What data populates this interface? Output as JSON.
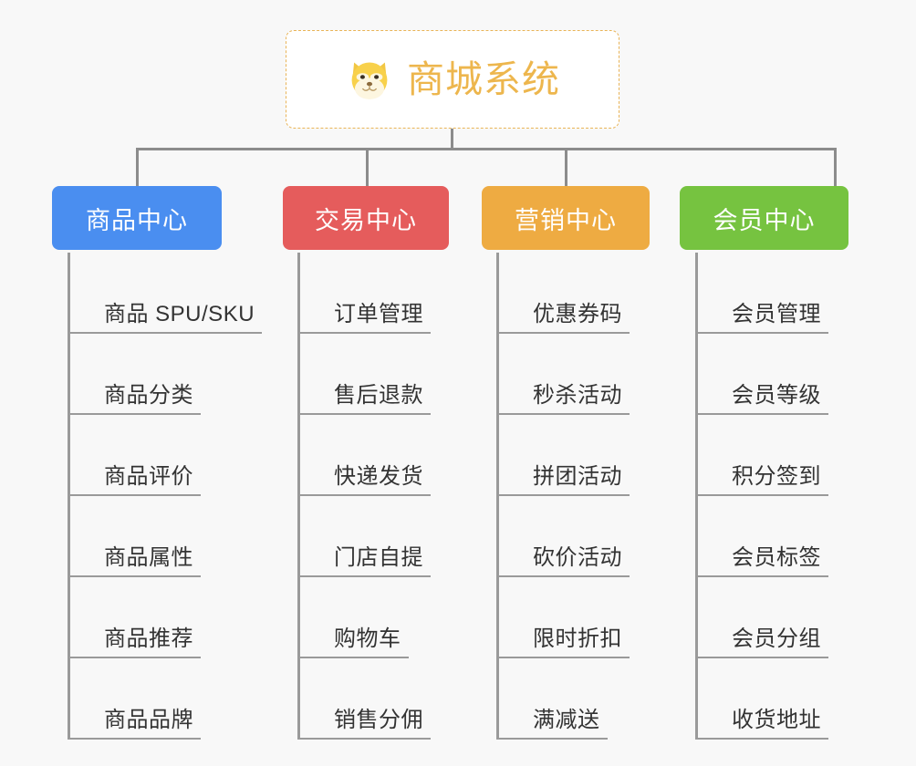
{
  "diagram": {
    "type": "org-chart",
    "background_color": "#f8f8f8",
    "connector_color": "#8c8c8c",
    "root": {
      "title": "商城系统",
      "icon": "shiba-dog-face-emoji",
      "text_color": "#edb64d",
      "border_color": "#e9b457",
      "background_color": "#ffffff"
    },
    "columns": [
      {
        "label": "商品中心",
        "color": "#4a8ef0",
        "items": [
          "商品 SPU/SKU",
          "商品分类",
          "商品评价",
          "商品属性",
          "商品推荐",
          "商品品牌"
        ]
      },
      {
        "label": "交易中心",
        "color": "#e55c5c",
        "items": [
          "订单管理",
          "售后退款",
          "快递发货",
          "门店自提",
          "购物车",
          "销售分佣"
        ]
      },
      {
        "label": "营销中心",
        "color": "#eeab42",
        "items": [
          "优惠券码",
          "秒杀活动",
          "拼团活动",
          "砍价活动",
          "限时折扣",
          "满减送"
        ]
      },
      {
        "label": "会员中心",
        "color": "#76c340",
        "items": [
          "会员管理",
          "会员等级",
          "积分签到",
          "会员标签",
          "会员分组",
          "收货地址"
        ]
      }
    ]
  }
}
